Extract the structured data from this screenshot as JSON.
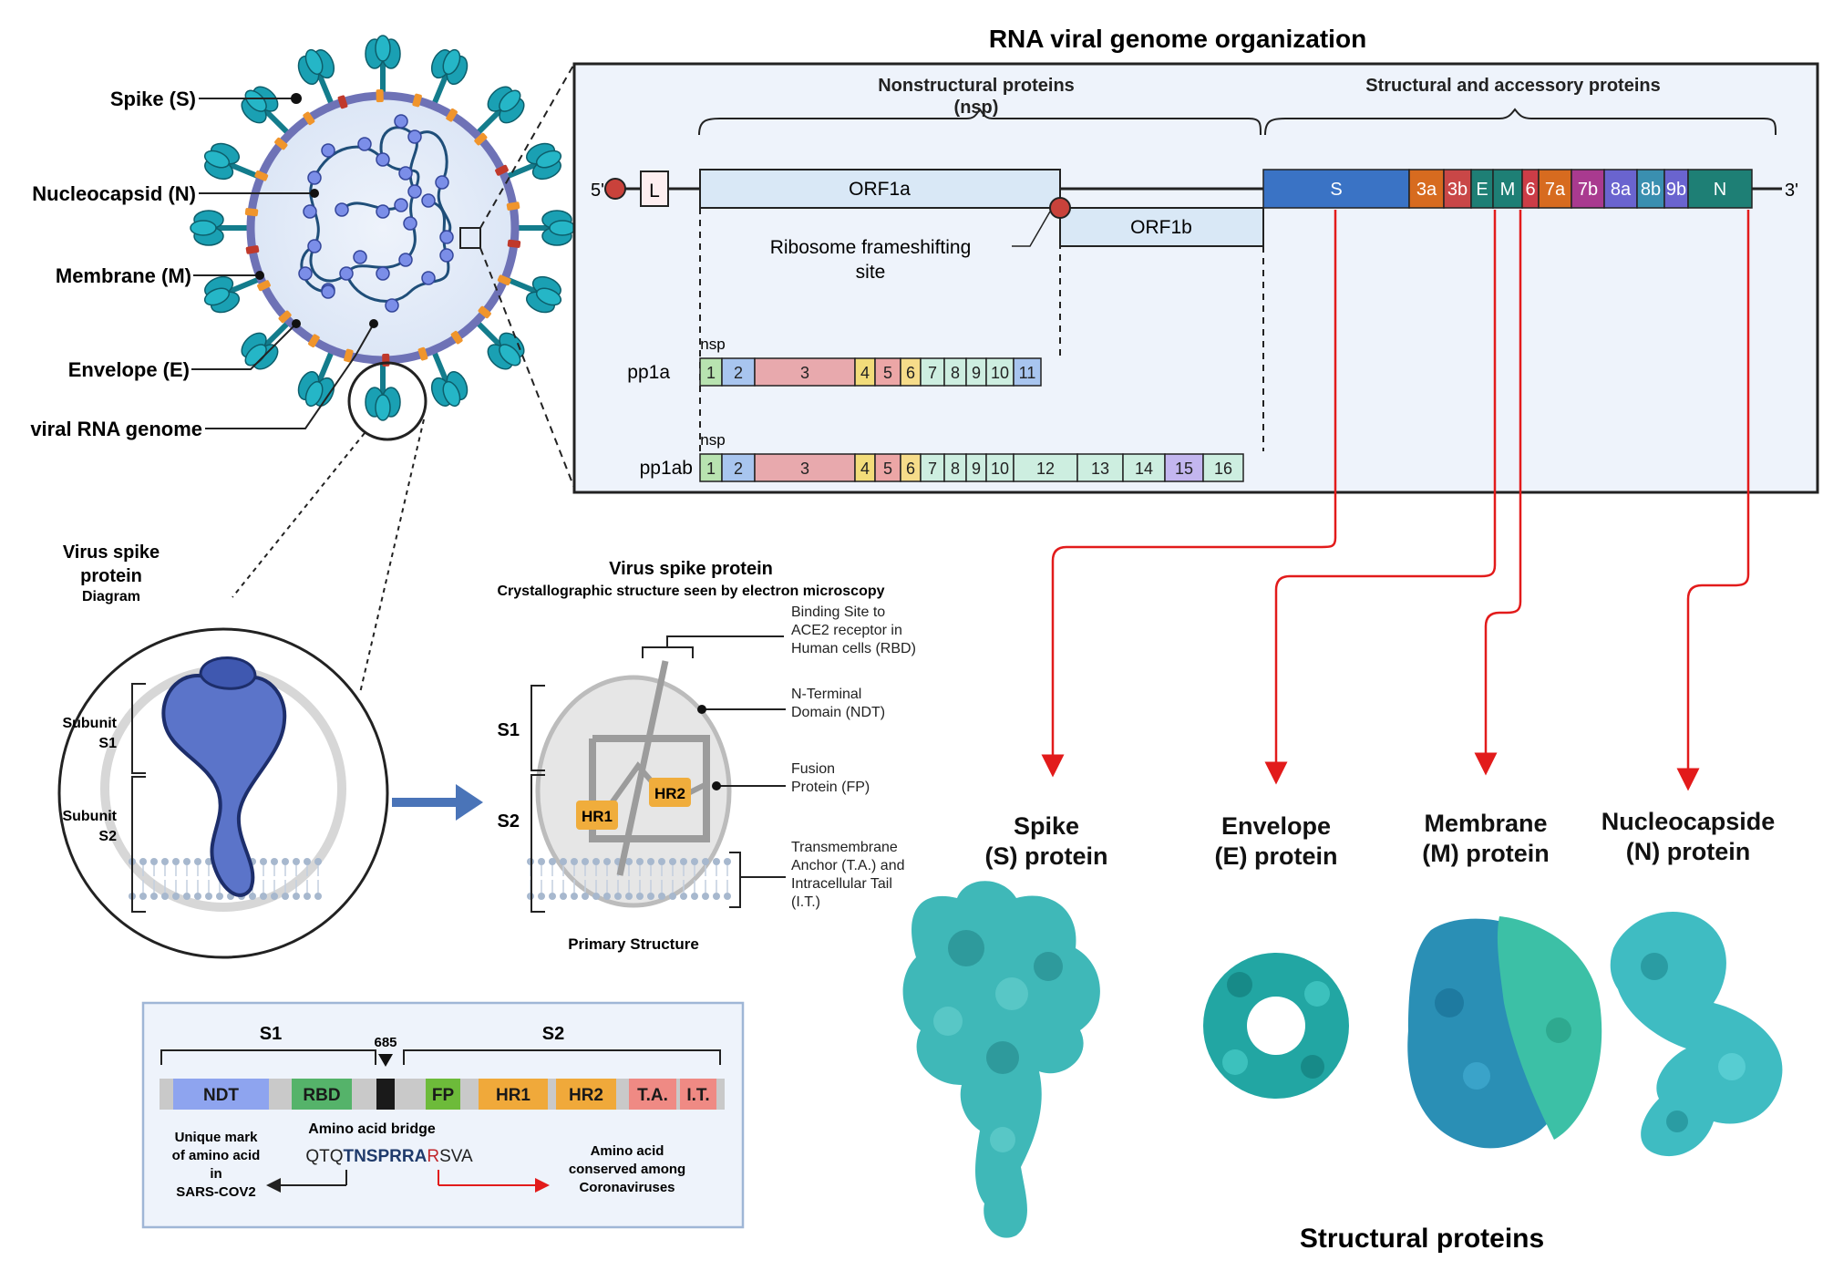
{
  "virion": {
    "labels": [
      "Spike (S)",
      "Nucleocapsid (N)",
      "Membrane (M)",
      "Envelope (E)",
      "viral RNA genome"
    ]
  },
  "genome": {
    "title": "RNA viral genome organization",
    "nsp_header": "Nonstructural proteins",
    "nsp_abbrev": "(nsp)",
    "structural_header": "Structural and accessory proteins",
    "five_prime": "5'",
    "three_prime": "3'",
    "leader": "L",
    "orf1a": "ORF1a",
    "orf1b": "ORF1b",
    "frameshift_line1": "Ribosome frameshifting",
    "frameshift_line2": "site",
    "structural_genes": [
      {
        "label": "S",
        "color": "#3a73c5"
      },
      {
        "label": "3a",
        "color": "#d76b1f"
      },
      {
        "label": "3b",
        "color": "#c94747"
      },
      {
        "label": "E",
        "color": "#1e7f75"
      },
      {
        "label": "M",
        "color": "#1e7f75"
      },
      {
        "label": "6",
        "color": "#cc3d47"
      },
      {
        "label": "7a",
        "color": "#d76b1f"
      },
      {
        "label": "7b",
        "color": "#a93a8f"
      },
      {
        "label": "8a",
        "color": "#6a64cf"
      },
      {
        "label": "8b",
        "color": "#3a8fb0"
      },
      {
        "label": "9b",
        "color": "#6a64cf"
      },
      {
        "label": "N",
        "color": "#1e7f75"
      }
    ],
    "nsp_label": "nsp",
    "pp1a": {
      "label": "pp1a",
      "segments": [
        {
          "label": "1",
          "color": "#b8e3b0"
        },
        {
          "label": "2",
          "color": "#a8c5ef"
        },
        {
          "label": "3",
          "color": "#e8a9ad"
        },
        {
          "label": "4",
          "color": "#f2dc7a"
        },
        {
          "label": "5",
          "color": "#eca6a6"
        },
        {
          "label": "6",
          "color": "#f6dc8a"
        },
        {
          "label": "7",
          "color": "#cdeee0"
        },
        {
          "label": "8",
          "color": "#cdeee0"
        },
        {
          "label": "9",
          "color": "#cdeee0"
        },
        {
          "label": "10",
          "color": "#cdeee0"
        },
        {
          "label": "11",
          "color": "#a8c5ef"
        }
      ]
    },
    "pp1ab": {
      "label": "pp1ab",
      "segments": [
        {
          "label": "1",
          "color": "#b8e3b0"
        },
        {
          "label": "2",
          "color": "#a8c5ef"
        },
        {
          "label": "3",
          "color": "#e8a9ad"
        },
        {
          "label": "4",
          "color": "#f2dc7a"
        },
        {
          "label": "5",
          "color": "#eca6a6"
        },
        {
          "label": "6",
          "color": "#f6dc8a"
        },
        {
          "label": "7",
          "color": "#cdeee0"
        },
        {
          "label": "8",
          "color": "#cdeee0"
        },
        {
          "label": "9",
          "color": "#cdeee0"
        },
        {
          "label": "10",
          "color": "#cdeee0"
        },
        {
          "label": "12",
          "color": "#cdeee0"
        },
        {
          "label": "13",
          "color": "#cdeee0"
        },
        {
          "label": "14",
          "color": "#cdeee0"
        },
        {
          "label": "15",
          "color": "#c3b6ef"
        },
        {
          "label": "16",
          "color": "#cdeee0"
        }
      ]
    }
  },
  "spike_diagram": {
    "title_line1": "Virus spike",
    "title_line2": "protein",
    "subtitle": "Diagram",
    "s1_line1": "Subunit",
    "s1_line2": "S1",
    "s2_line1": "Subunit",
    "s2_line2": "S2"
  },
  "spike_structure": {
    "title": "Virus spike protein",
    "subtitle": "Crystallographic structure seen by electron microscopy",
    "s1": "S1",
    "s2": "S2",
    "hr1": "HR1",
    "hr2": "HR2",
    "annotations": [
      [
        "Binding Site to",
        "ACE2 receptor in",
        "Human cells (RBD)"
      ],
      [
        "N-Terminal",
        "Domain (NDT)"
      ],
      [
        "Fusion",
        "Protein (FP)"
      ],
      [
        "Transmembrane",
        "Anchor (T.A.) and",
        "Intracellular Tail",
        "(I.T.)"
      ]
    ],
    "footer": "Primary Structure"
  },
  "sequence_panel": {
    "s1": "S1",
    "s2": "S2",
    "position": "685",
    "domains": [
      {
        "label": "NDT",
        "color": "#8ea4ef"
      },
      {
        "label": "RBD",
        "color": "#55b36a"
      },
      {
        "label": "FP",
        "color": "#6dbb3a"
      },
      {
        "label": "HR1",
        "color": "#f0a93a"
      },
      {
        "label": "HR2",
        "color": "#f0a93a"
      },
      {
        "label": "T.A.",
        "color": "#ef8a84"
      },
      {
        "label": "I.T.",
        "color": "#ef8a84"
      }
    ],
    "bridge_label": "Amino acid bridge",
    "seq_prefix": "QTQ",
    "seq_bold": "TNSPRRA",
    "seq_red": "R",
    "seq_suffix": "SVA",
    "left_note": [
      "Unique mark",
      "of amino acid",
      "in",
      "SARS-COV2"
    ],
    "right_note": [
      "Amino acid",
      "conserved among",
      "Coronaviruses"
    ]
  },
  "structural_proteins": {
    "footer": "Structural proteins",
    "proteins": [
      [
        "Spike",
        "(S) protein"
      ],
      [
        "Envelope",
        "(E) protein"
      ],
      [
        "Membrane",
        "(M) protein"
      ],
      [
        "Nucleocapside",
        "(N) protein"
      ]
    ]
  }
}
